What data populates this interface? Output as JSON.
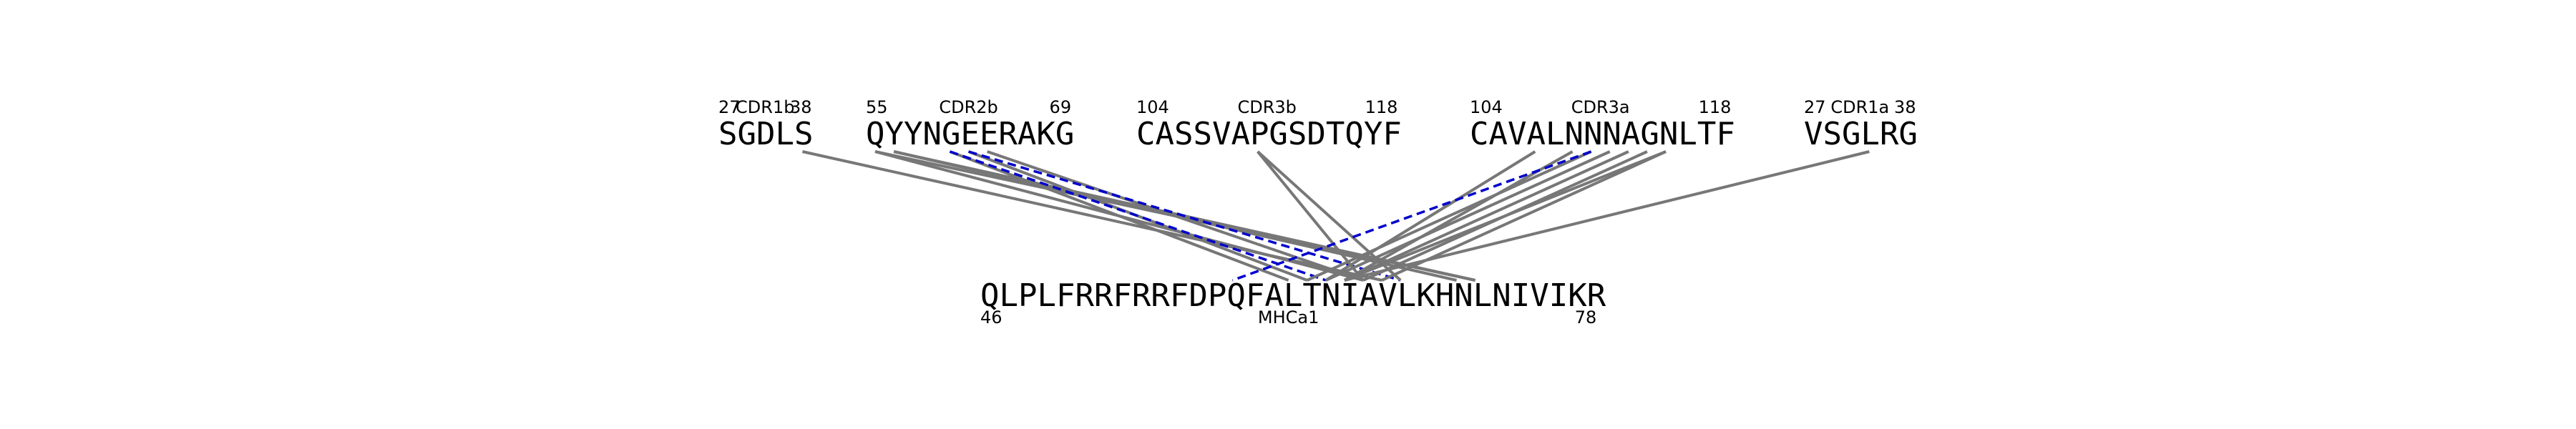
{
  "colors": {
    "contact": "#777777",
    "hbond": "#0000cc",
    "text": "#000000"
  },
  "segments": [
    {
      "id": "cdr1b",
      "label": "CDR1b",
      "sequence": "SGDLS",
      "start": "27",
      "end": "38"
    },
    {
      "id": "cdr2b",
      "label": "CDR2b",
      "sequence": "QYYNGEERAKG",
      "start": "55",
      "end": "69"
    },
    {
      "id": "cdr3b",
      "label": "CDR3b",
      "sequence": "CASSVAPGSDTQYF",
      "start": "104",
      "end": "118"
    },
    {
      "id": "cdr3a",
      "label": "CDR3a",
      "sequence": "CAVALNNNAGNLTF",
      "start": "104",
      "end": "118"
    },
    {
      "id": "cdr1a",
      "label": "CDR1a",
      "sequence": "VSGLRG",
      "start": "27",
      "end": "38"
    }
  ],
  "target": {
    "label": "MHCa1",
    "sequence": "QLPLFRRFRRFDPQFALTNIAVLKHNLNIVIKR",
    "start": "46",
    "end": "78"
  },
  "contacts": [
    {
      "seg": "cdr1b",
      "from": 4,
      "to": 21,
      "type": "contact"
    },
    {
      "seg": "cdr2b",
      "from": 0,
      "to": 20,
      "type": "contact"
    },
    {
      "seg": "cdr2b",
      "from": 0,
      "to": 26,
      "type": "contact"
    },
    {
      "seg": "cdr2b",
      "from": 1,
      "to": 25,
      "type": "contact"
    },
    {
      "seg": "cdr2b",
      "from": 1,
      "to": 26,
      "type": "contact"
    },
    {
      "seg": "cdr2b",
      "from": 4,
      "to": 16,
      "type": "contact"
    },
    {
      "seg": "cdr2b",
      "from": 5,
      "to": 17,
      "type": "contact"
    },
    {
      "seg": "cdr2b",
      "from": 6,
      "to": 20,
      "type": "contact"
    },
    {
      "seg": "cdr2b",
      "from": 4,
      "to": 18,
      "type": "hbond"
    },
    {
      "seg": "cdr2b",
      "from": 5,
      "to": 22,
      "type": "hbond"
    },
    {
      "seg": "cdr3b",
      "from": 6,
      "to": 20,
      "type": "contact"
    },
    {
      "seg": "cdr3b",
      "from": 6,
      "to": 22,
      "type": "contact"
    },
    {
      "seg": "cdr3a",
      "from": 3,
      "to": 18,
      "type": "contact"
    },
    {
      "seg": "cdr3a",
      "from": 5,
      "to": 19,
      "type": "contact"
    },
    {
      "seg": "cdr3a",
      "from": 6,
      "to": 17,
      "type": "contact"
    },
    {
      "seg": "cdr3a",
      "from": 7,
      "to": 18,
      "type": "contact"
    },
    {
      "seg": "cdr3a",
      "from": 8,
      "to": 19,
      "type": "contact"
    },
    {
      "seg": "cdr3a",
      "from": 9,
      "to": 20,
      "type": "contact"
    },
    {
      "seg": "cdr3a",
      "from": 10,
      "to": 21,
      "type": "contact"
    },
    {
      "seg": "cdr3a",
      "from": 10,
      "to": 19,
      "type": "contact"
    },
    {
      "seg": "cdr3a",
      "from": 6,
      "to": 13,
      "type": "hbond"
    },
    {
      "seg": "cdr1a",
      "from": 3,
      "to": 19,
      "type": "contact"
    }
  ]
}
